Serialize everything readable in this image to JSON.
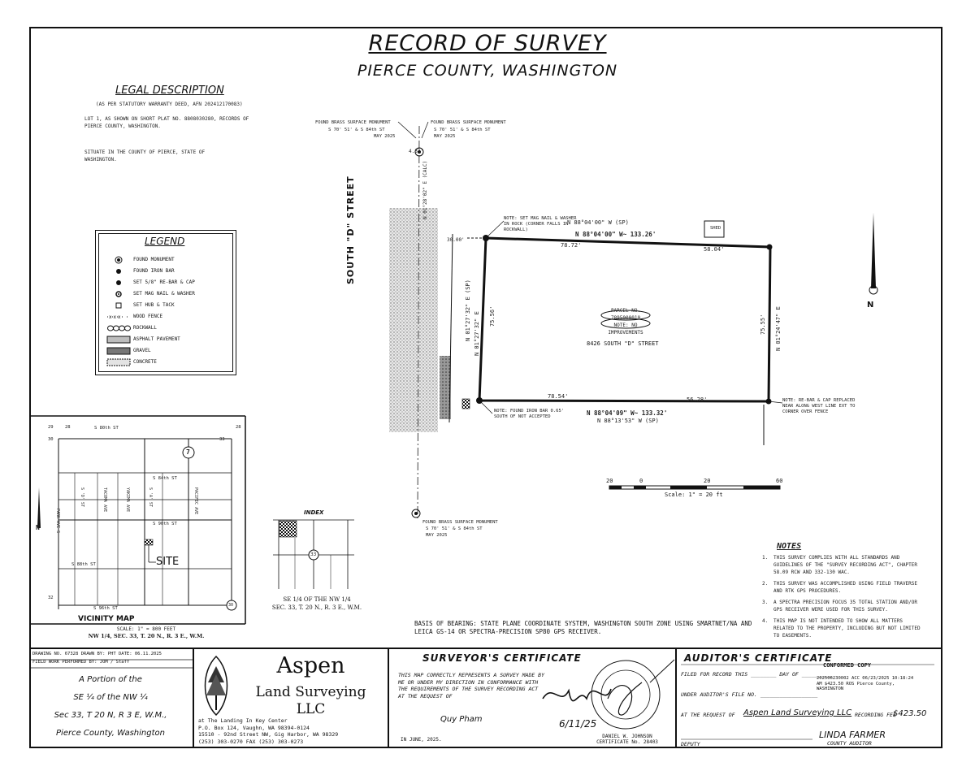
{
  "title": "RECORD OF SURVEY",
  "subtitle": "PIERCE COUNTY, WASHINGTON",
  "legal": {
    "heading": "LEGAL DESCRIPTION",
    "subheading": "(AS PER STATUTORY WARRANTY DEED, AFN 202412170083)",
    "body": "LOT 1, AS SHOWN ON SHORT PLAT NO. 8808030280, RECORDS OF PIERCE COUNTY, WASHINGTON.",
    "situate": "SITUATE IN THE COUNTY OF PIERCE, STATE OF WASHINGTON."
  },
  "legend": {
    "title": "LEGEND",
    "items": [
      {
        "label": "FOUND MONUMENT",
        "icon": "monument-symbol"
      },
      {
        "label": "FOUND IRON BAR",
        "icon": "iron-bar-symbol"
      },
      {
        "label": "SET 5/8\" RE-BAR & CAP",
        "icon": "rebar-cap-symbol"
      },
      {
        "label": "SET MAG NAIL & WASHER",
        "icon": "mag-nail-symbol"
      },
      {
        "label": "SET HUB & TACK",
        "icon": "hub-tack-symbol"
      },
      {
        "label": "WOOD FENCE",
        "icon": "wood-fence-symbol"
      },
      {
        "label": "ROCKWALL",
        "icon": "rockwall-symbol"
      },
      {
        "label": "ASPHALT PAVEMENT",
        "icon": "asphalt-symbol"
      },
      {
        "label": "GRAVEL",
        "icon": "gravel-symbol"
      },
      {
        "label": "CONCRETE",
        "icon": "concrete-symbol"
      }
    ]
  },
  "plan": {
    "street": "SOUTH \"D\" STREET",
    "north_label": "N",
    "parcel": {
      "line1": "PARCEL NO.",
      "line2": "7895000010",
      "line3": "NOTE: NO IMPROVEMENTS"
    },
    "address": "8426 SOUTH \"D\" STREET",
    "brg_north": "N 88°04'00\" W~ 133.26'",
    "brg_north_record": "N 88°04'00\" W (SP)",
    "brg_south": "N 88°04'09\" W~ 133.32'",
    "brg_south_record": "N 88°13'53\" W (SP)",
    "brg_west": "N 01°27'32\" E",
    "brg_west_record": "N 01°27'32\" E (SP)",
    "west_dist": "75.56'",
    "brg_east": "N 01°24'47\" E",
    "east_dist": "75.55'",
    "seg_n1": "78.72'",
    "seg_s1": "78.54'",
    "seg_s2": "56.28'",
    "seg_ne": "58.04'",
    "shed": "SHED",
    "mon_top_left": "FOUND BRASS SURFACE MONUMENT",
    "mon_top_left_sub": "S 70' 51' & S 84th ST",
    "mon_top_left_date": "MAY 2025",
    "mon_top_right": "FOUND BRASS SURFACE MONUMENT",
    "mon_top_right_sub": "S 70' 51' & S 84th ST",
    "mon_top_right_date": "MAY 2025",
    "mon_bottom": "FOUND BRASS SURFACE MONUMENT",
    "mon_bottom_sub": "S 70' 51' & S 84th ST",
    "mon_bottom_date": "MAY 2025",
    "note_nw": "NOTE: SET MAG NAIL & WASHER IN ROCK (CORNER FALLS IN ROCKWALL)",
    "note_sw": "NOTE: FOUND IRON BAR 0.65' SOUTH OF NOT ACCEPTED",
    "note_se": "NOTE: RE-BAR & CAP REPLACED NEAR ALONG WEST LINE EXT TO CORNER OVER FENCE",
    "road_calc": "N 01°28'02\" E (CALC)",
    "dist_top": "4.33'",
    "dist_30": "30.00'"
  },
  "scale": {
    "ticks": [
      "20",
      "0",
      "20",
      "60"
    ],
    "label": "Scale: 1\" = 20 ft"
  },
  "index": {
    "title": "INDEX",
    "sub1": "SE 1/4 OF THE NW 1/4",
    "sub2": "SEC. 33, T. 20 N., R. 3 E., W.M.",
    "section": "33"
  },
  "vicinity": {
    "title": "VICINITY MAP",
    "scale": "SCALE: 1\" = 800 FEET",
    "sub": "NW 1/4, SEC. 33, T. 20 N., R. 3 E., W.M.",
    "site": "SITE",
    "route": "7",
    "route2": "30",
    "n": "N",
    "streets": [
      "S 80th ST",
      "S 84th ST",
      "S 88th ST",
      "S 96th ST",
      "S 90th ST",
      "PARK AVE S",
      "S 'D' ST",
      "TACOMA AVE",
      "YAKIMA AVE",
      "S 'A' ST",
      "PACIFIC AVE"
    ],
    "corners": [
      "29",
      "28",
      "30",
      "32",
      "33",
      "28"
    ]
  },
  "notes": {
    "title": "NOTES",
    "items": [
      {
        "n": "1.",
        "text": "THIS SURVEY COMPLIES WITH ALL STANDARDS AND GUIDELINES OF THE \"SURVEY RECORDING ACT\", CHAPTER 58.09 RCW AND 332-130 WAC."
      },
      {
        "n": "2.",
        "text": "THIS SURVEY WAS ACCOMPLISHED USING FIELD TRAVERSE AND RTK GPS PROCEDURES."
      },
      {
        "n": "3.",
        "text": "A SPECTRA PRECISION FOCUS 35 TOTAL STATION AND/OR GPS RECEIVER WERE USED FOR THIS SURVEY."
      },
      {
        "n": "4.",
        "text": "THIS MAP IS NOT INTENDED TO SHOW ALL MATTERS RELATED TO THE PROPERTY, INCLUDING BUT NOT LIMITED TO EASEMENTS."
      }
    ]
  },
  "basis": "BASIS OF BEARING: STATE PLANE COORDINATE SYSTEM, WASHINGTON SOUTH ZONE USING SMARTNET/NA AND LEICA GS-14 OR SPECTRA-PRECISION SP80 GPS RECEIVER.",
  "drawing_info": {
    "line1": "DRAWING NO. 67328   DRAWN BY: PHT   DATE: 06.11.2025",
    "line2": "FIELD WORK PERFORMED BY: JOM / Staff"
  },
  "portion": {
    "line1": "A Portion of the",
    "line2": "SE ¼ of the NW ¼",
    "line3": "Sec 33, T 20 N, R 3 E, W.M.,",
    "line4": "Pierce County, Washington"
  },
  "company": {
    "name": "Aspen",
    "line2": "Land Surveying",
    "line3": "LLC",
    "addr1": "at The Landing In Key Center",
    "addr2": "P.O. Box 124, Vaughn, WA  98394-0124",
    "addr3": "15510 - 92nd Street NW, Gig Harbor, WA 98329",
    "phone": "(253) 303-0270        FAX (253) 303-0273"
  },
  "surveyor": {
    "title": "SURVEYOR'S CERTIFICATE",
    "body": "THIS MAP CORRECTLY REPRESENTS A SURVEY MADE BY ME OR UNDER MY DIRECTION IN CONFORMANCE WITH THE REQUIREMENTS OF THE SURVEY RECORDING ACT AT THE REQUEST OF",
    "client": "Quy Pham",
    "date": "IN JUNE, 2025.",
    "signer": "DANIEL W. JOHNSON",
    "cert": "CERTIFICATE No. 28403",
    "sig_date": "6/11/25"
  },
  "auditor": {
    "title": "AUDITOR'S CERTIFICATE",
    "conformed": "CONFORMED COPY",
    "line1": "FILED FOR RECORD THIS ________ DAY OF __________",
    "line2": "UNDER AUDITOR'S FILE NO. __________________",
    "line3": "AT THE REQUEST OF",
    "requestor": "Aspen Land Surveying LLC",
    "recording": "RECORDING FEE",
    "fee": "$423.50",
    "stamp": "202506230002 ACC 06/23/2025 10:18:24 AM  $423.50 ROS Pierce County, WASHINGTON",
    "name": "LINDA FARMER",
    "county": "COUNTY AUDITOR",
    "deputy": "DEPUTY"
  }
}
